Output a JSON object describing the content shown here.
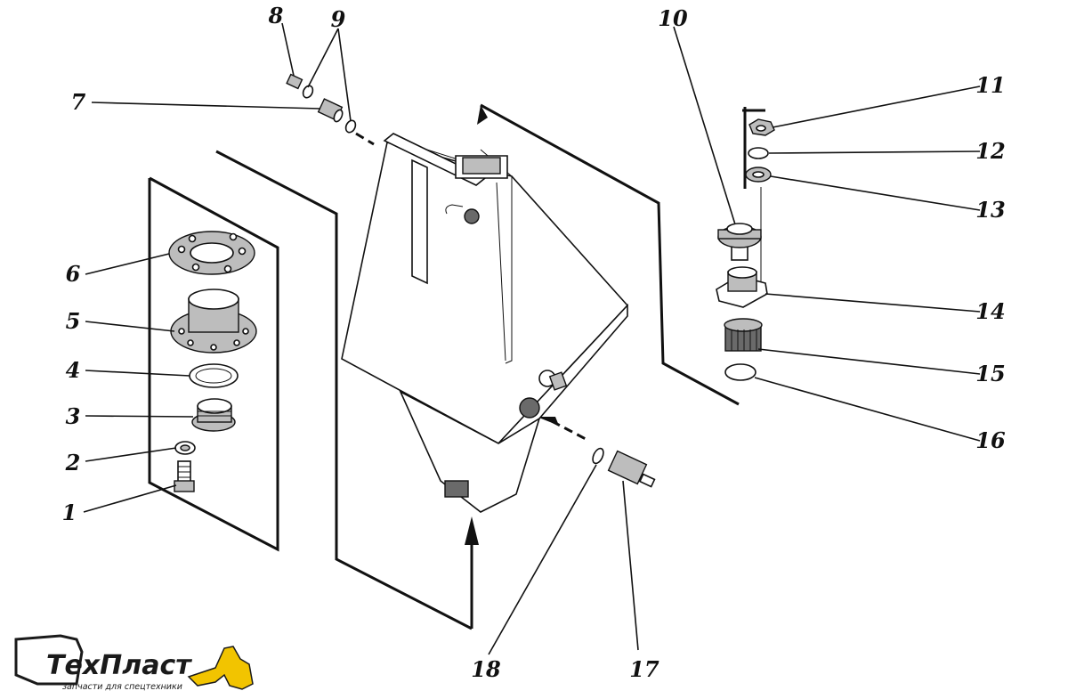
{
  "callouts": {
    "n1": "1",
    "n2": "2",
    "n3": "3",
    "n4": "4",
    "n5": "5",
    "n6": "6",
    "n7": "7",
    "n8": "8",
    "n9": "9",
    "n10": "10",
    "n11": "11",
    "n12": "12",
    "n13": "13",
    "n14": "14",
    "n15": "15",
    "n16": "16",
    "n17": "17",
    "n18": "18"
  },
  "logo": {
    "name": "ТехПласт",
    "tagline": "запчасти для спецтехники",
    "accent_color": "#f2c400"
  }
}
